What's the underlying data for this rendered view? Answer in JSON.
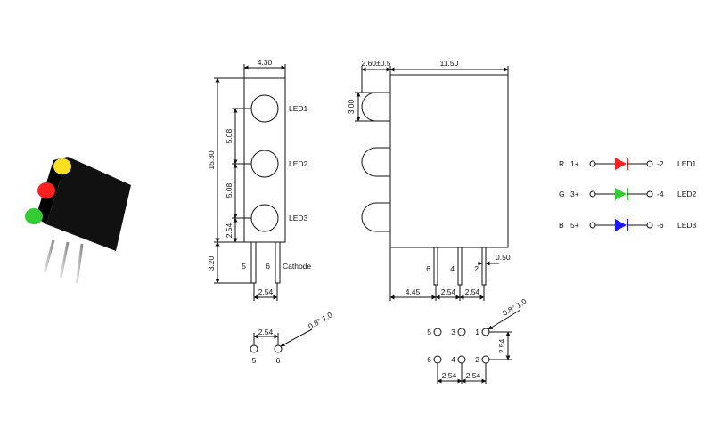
{
  "colors": {
    "red_led": "#ff2020",
    "yellow_led": "#ffe020",
    "green_led": "#33cc33",
    "blue_led": "#1a1aff",
    "housing": "#111111",
    "lead": "#b8b8b8"
  },
  "front_view": {
    "width": "4.30",
    "height": "15.30",
    "pitch_1": "5.08",
    "pitch_2": "5.08",
    "bottom_offset": "2.54",
    "lead_length": "3.20",
    "lead_pitch": "2.54",
    "led_labels": [
      "LED1",
      "LED2",
      "LED3"
    ],
    "pin_left": "5",
    "pin_right": "6",
    "cathode_label": "Cathode"
  },
  "side_view": {
    "lens_offset": "2.60±0.5",
    "depth": "11.50",
    "lens_diameter": "3.00",
    "pins": [
      "6",
      "4",
      "2"
    ],
    "lead_width": "0.50",
    "bottom_dims": [
      "4.45",
      "2.54",
      "2.54"
    ]
  },
  "footprint_small": {
    "pitch": "2.54",
    "hole": "0.8° 1.0",
    "pins": [
      "5",
      "6"
    ]
  },
  "footprint_large": {
    "hole": "0.8° 1.0",
    "top_pins": [
      "5",
      "3",
      "1"
    ],
    "bottom_pins": [
      "6",
      "4",
      "2"
    ],
    "row_pitch": "2.54",
    "col_dims": [
      "2.54",
      "2.54"
    ]
  },
  "schematic": [
    {
      "color_letter": "R",
      "anode": "1+",
      "cathode": "-2",
      "label": "LED1"
    },
    {
      "color_letter": "G",
      "anode": "3+",
      "cathode": "-4",
      "label": "LED2"
    },
    {
      "color_letter": "B",
      "anode": "5+",
      "cathode": "-6",
      "label": "LED3"
    }
  ]
}
